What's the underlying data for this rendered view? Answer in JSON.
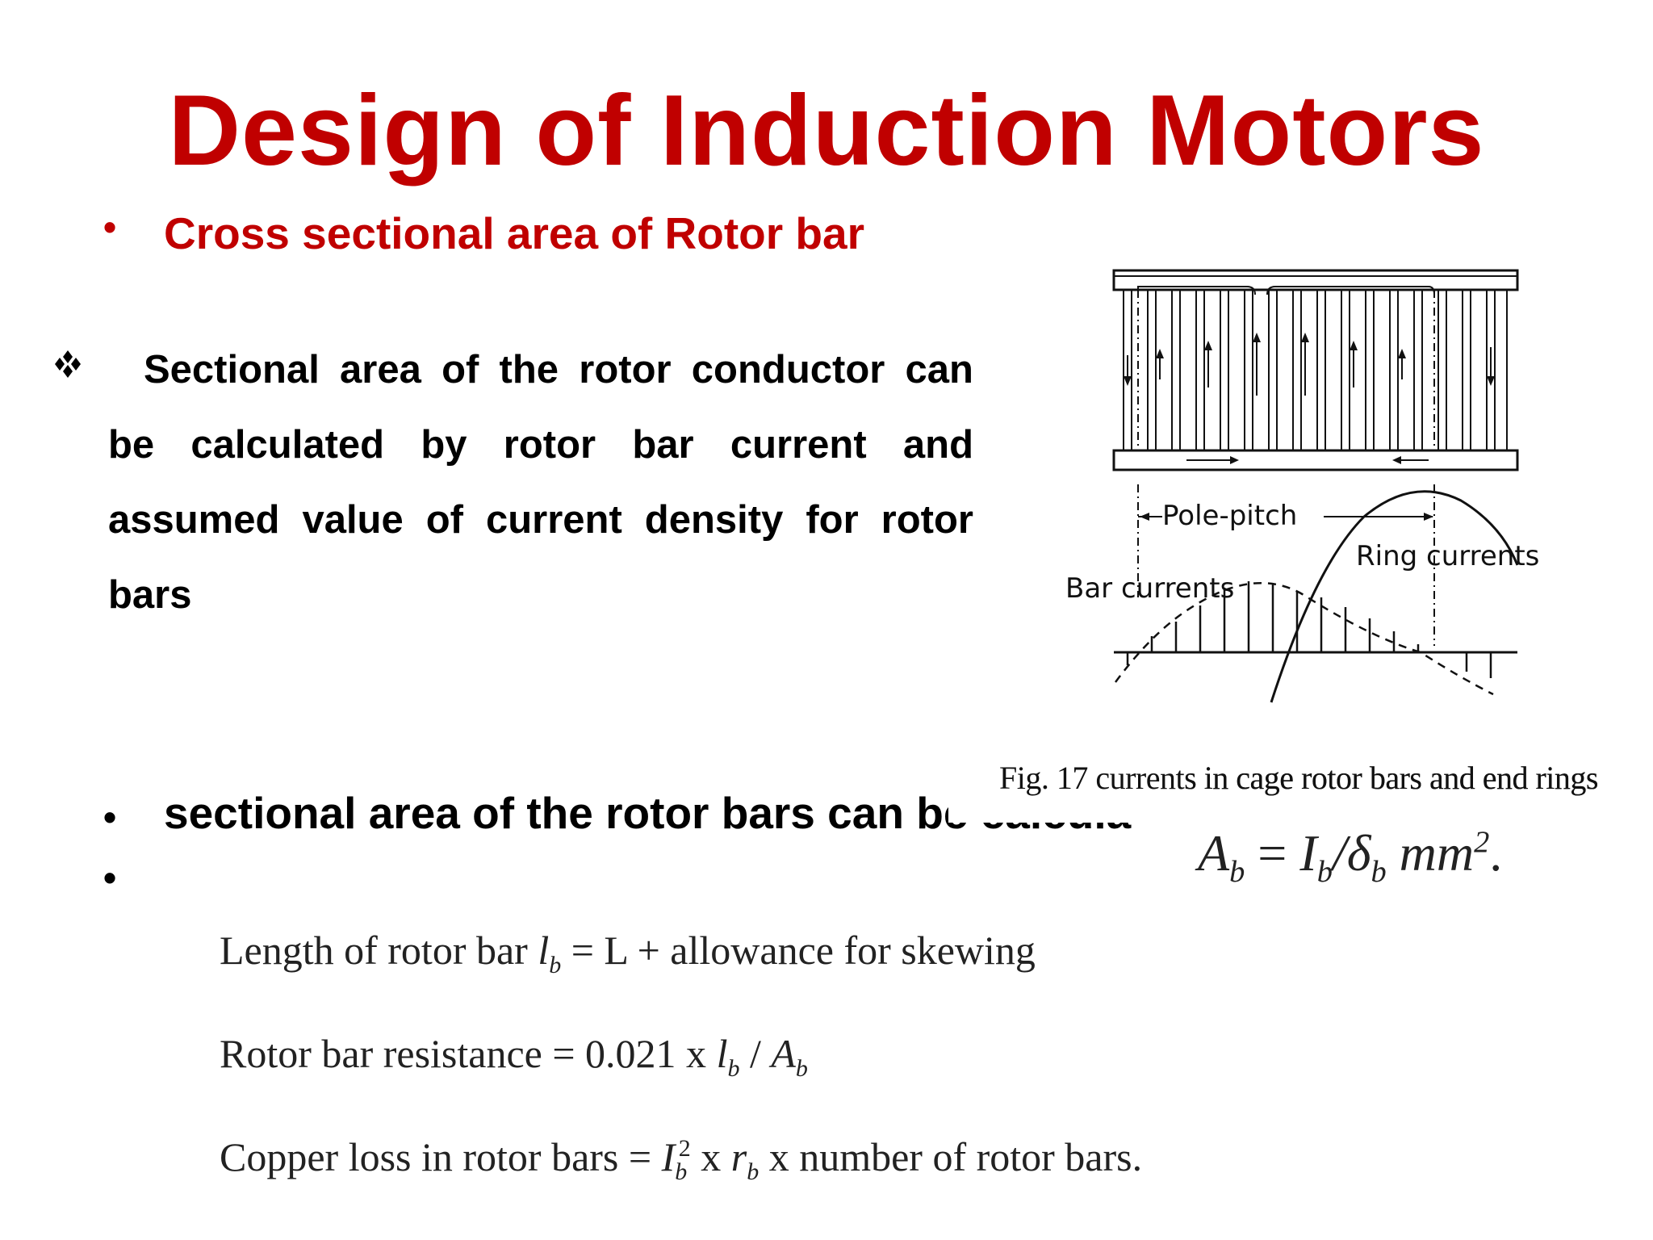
{
  "slide": {
    "title": "Design of Induction Motors",
    "subheading_bullet": "•",
    "subheading": "Cross sectional area of Rotor bar",
    "paragraph": {
      "bullet_icon": "diamond-four-bullet-icon",
      "line1": "Sectional area of the rotor conductor can",
      "rest": "be calculated by rotor bar current and assumed value of current density for rotor bars"
    },
    "bullet2": {
      "bullet": "•",
      "text": "sectional area of the rotor bars can be calcula"
    },
    "bullet3": {
      "bullet": "•"
    }
  },
  "figure": {
    "caption": "Fig. 17 currents in cage rotor bars and end rings",
    "labels": {
      "pole_pitch": "Pole-pitch",
      "ring_currents": "Ring currents",
      "bar_currents": "Bar currents"
    }
  },
  "formulas": {
    "area": {
      "lhs": "A",
      "lhs_sub": "b",
      "eq": " = ",
      "num": "I",
      "num_sub": "b",
      "slash": "/",
      "den": "δ",
      "den_sub": "b",
      "unit": " mm",
      "unit_sup": "2",
      "end": "."
    },
    "length": {
      "prefix": "Length of rotor bar ",
      "var": "l",
      "var_sub": "b",
      "rest": " = L + allowance for skewing"
    },
    "resistance": {
      "prefix": "Rotor bar resistance = 0.021 x ",
      "var1": "l",
      "var1_sub": "b",
      "slash": " / ",
      "var2": "A",
      "var2_sub": "b"
    },
    "copper_loss": {
      "prefix": "Copper loss in rotor bars = ",
      "var1": "I",
      "var1_sub": "b",
      "var1_sup": "2",
      "mid": " x ",
      "var2": "r",
      "var2_sub": "b",
      "rest": " x number of rotor bars."
    }
  }
}
